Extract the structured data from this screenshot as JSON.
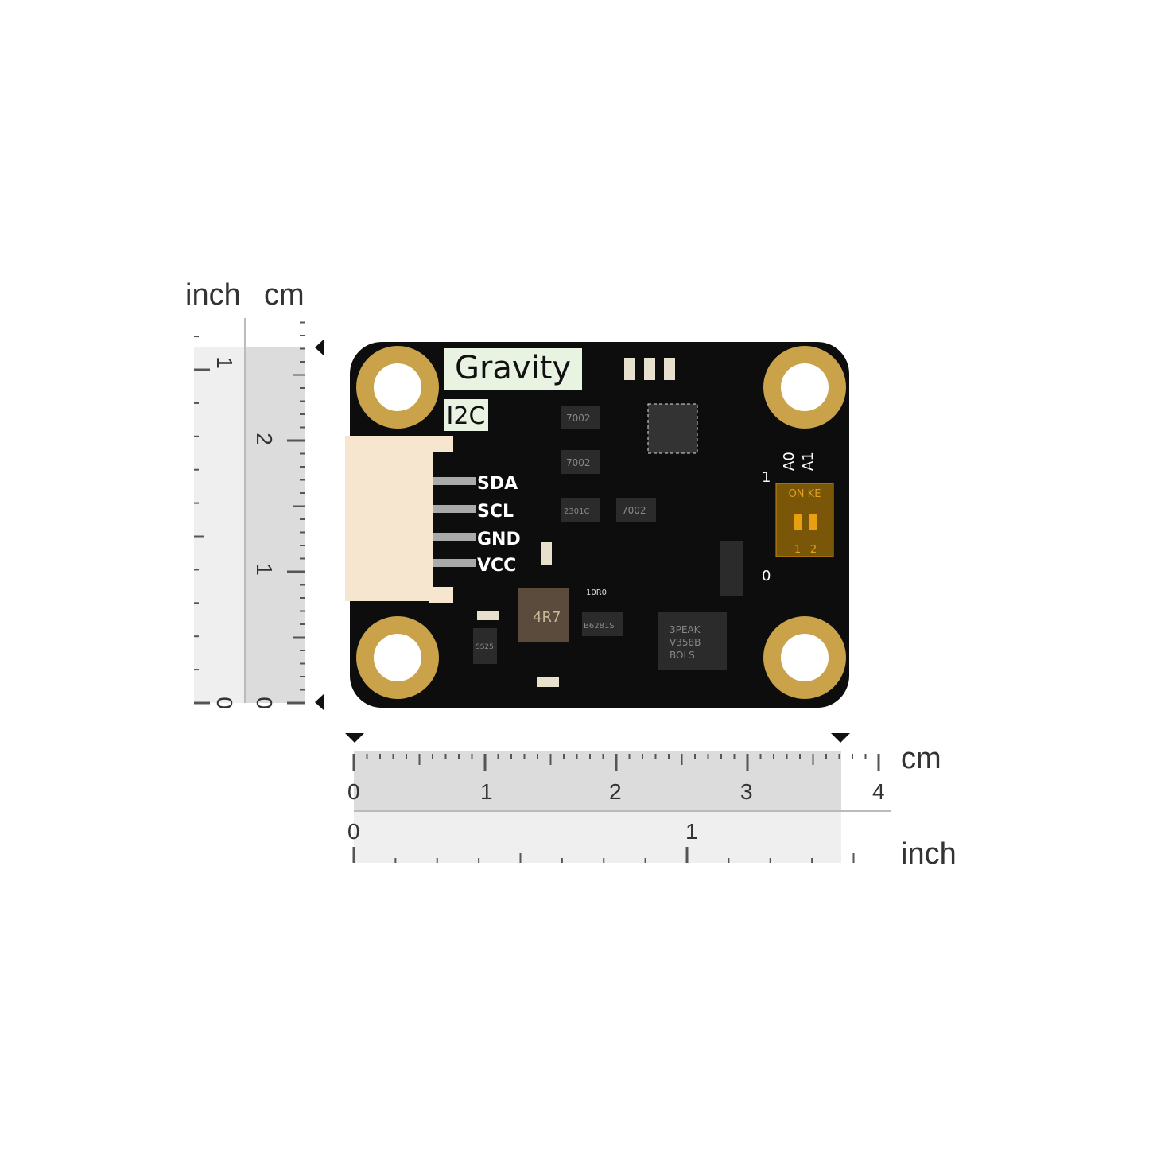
{
  "vertical_ruler": {
    "inch_label": "inch",
    "cm_label": "cm",
    "inch_ticks": [
      "0",
      "1"
    ],
    "cm_ticks": [
      "0",
      "1",
      "2"
    ]
  },
  "horizontal_ruler": {
    "cm_label": "cm",
    "inch_label": "inch",
    "cm_ticks": [
      "0",
      "1",
      "2",
      "3",
      "4"
    ],
    "inch_ticks": [
      "0",
      "1"
    ]
  },
  "board": {
    "brand": "Gravity",
    "interface": "I2C",
    "pins": [
      "SDA",
      "SCL",
      "GND",
      "VCC"
    ],
    "dip_switch": {
      "addr_labels": [
        "A0",
        "A1"
      ],
      "level_high": "1",
      "level_low": "0",
      "top_text": "ON KE",
      "switch_numbers": [
        "1",
        "2"
      ]
    },
    "chip_markings": {
      "mosfet": "7002",
      "transistor": "2301C",
      "inductor": "4R7",
      "regulator": "B6281S",
      "opamp": [
        "3PEAK",
        "V358B",
        "BOLS"
      ],
      "resistor_sense": "10R0",
      "diode_sot": "SS25"
    },
    "colors": {
      "pcb": "#0d0d0d",
      "gold": "#c9a24a",
      "label_bg": "#e8f3e1",
      "connector": "#f6e6cf",
      "switch": "#c98a10"
    }
  }
}
